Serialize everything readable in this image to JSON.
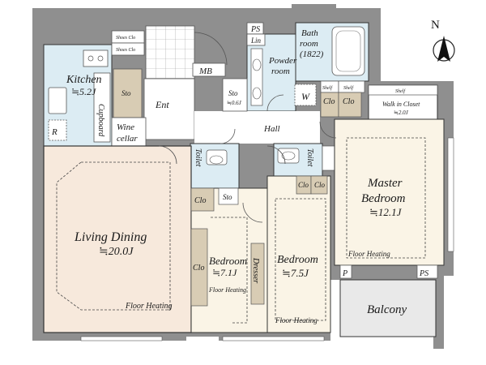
{
  "compass": {
    "label": "N"
  },
  "rooms": {
    "kitchen": {
      "name": "Kitchen",
      "size": "≒5.2J",
      "fill": "#dcecf3"
    },
    "living": {
      "name": "Living Dining",
      "size": "≒20.0J",
      "heating": "Floor Heating",
      "fill": "#f7e9dc"
    },
    "bedroom1": {
      "name": "Bedroom",
      "size": "≒7.1J",
      "heating": "Floor Heating",
      "fill": "#faf4e6"
    },
    "bedroom2": {
      "name": "Bedroom",
      "size": "≒7.5J",
      "heating": "Floor Heating",
      "fill": "#faf4e6"
    },
    "master": {
      "name": "Master",
      "name2": "Bedroom",
      "size": "≒12.1J",
      "heating": "Floor Heating",
      "fill": "#faf4e6"
    },
    "bath": {
      "name": "Bath",
      "name2": "room",
      "size": "(1822)",
      "fill": "#dcecf3"
    },
    "powder": {
      "name": "Powder",
      "name2": "room",
      "fill": "#dcecf3"
    },
    "hall": {
      "name": "Hall"
    },
    "ent": {
      "name": "Ent"
    },
    "balcony": {
      "name": "Balcony",
      "fill": "#e9e9e9"
    },
    "walkin": {
      "name": "Walk in Closet",
      "size": "≒2.0J"
    }
  },
  "labels": {
    "shoe1": "Shoes Clo",
    "shoe2": "Shoes Clo",
    "ps_top": "PS",
    "lin": "Lin",
    "mb": "MB",
    "sto_ent": "Sto",
    "sto_hall": "Sto",
    "sto_hall_size": "≒0.6J",
    "sto_bed": "Sto",
    "cupboard": "Cupboard",
    "fridge": "R",
    "wine1": "Wine",
    "wine2": "cellar",
    "washer": "W",
    "shelf1": "Shelf",
    "shelf2": "Shelf",
    "shelf3": "Shelf",
    "clo_m1": "Clo",
    "clo_m2": "Clo",
    "toilet1": "Toilet",
    "toilet2": "Toilet",
    "clo_b1_top": "Clo",
    "clo_b1_side": "Clo",
    "dresser": "Dresser",
    "clo_b2a": "Clo",
    "clo_b2b": "Clo",
    "p_label": "P",
    "ps_bottom": "PS"
  },
  "colors": {
    "wall": "#8a8a8a",
    "tile": "#ffffff",
    "wet": "#dcecf3",
    "closet": "#d8ccb4"
  }
}
